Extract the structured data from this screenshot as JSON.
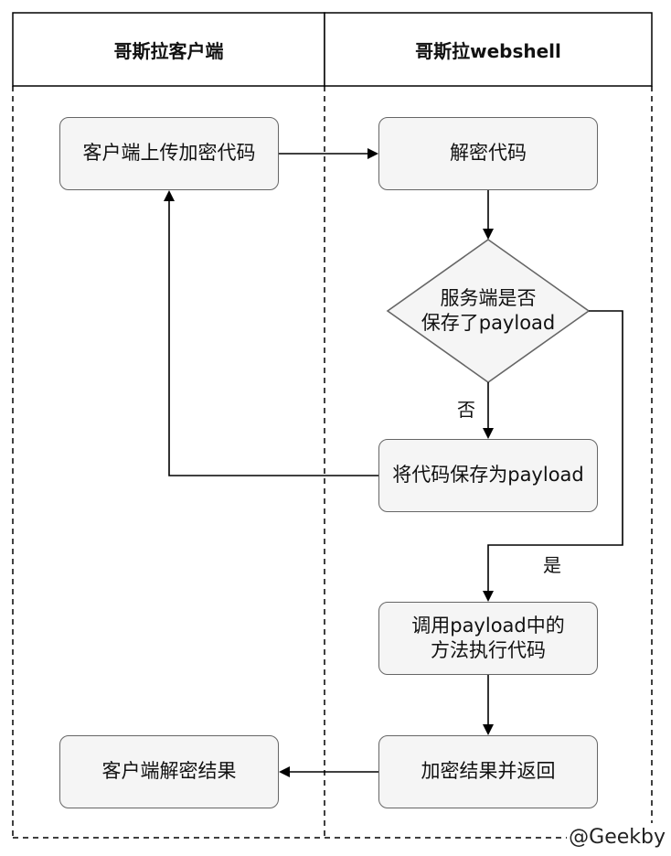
{
  "lanes": {
    "client_title": "哥斯拉客户端",
    "server_title": "哥斯拉webshell"
  },
  "nodes": {
    "upload": "客户端上传加密代码",
    "decrypt": "解密代码",
    "decision": "服务端是否\n保存了payload",
    "save": "将代码保存为payload",
    "call": "调用payload中的\n方法执行代码",
    "encrypt_return": "加密结果并返回",
    "client_decrypt": "客户端解密结果"
  },
  "edges": {
    "no_label": "否",
    "yes_label": "是"
  },
  "watermark": "@Geekby",
  "colors": {
    "node_fill": "#f5f5f5",
    "node_stroke": "#666666",
    "line": "#000000"
  }
}
